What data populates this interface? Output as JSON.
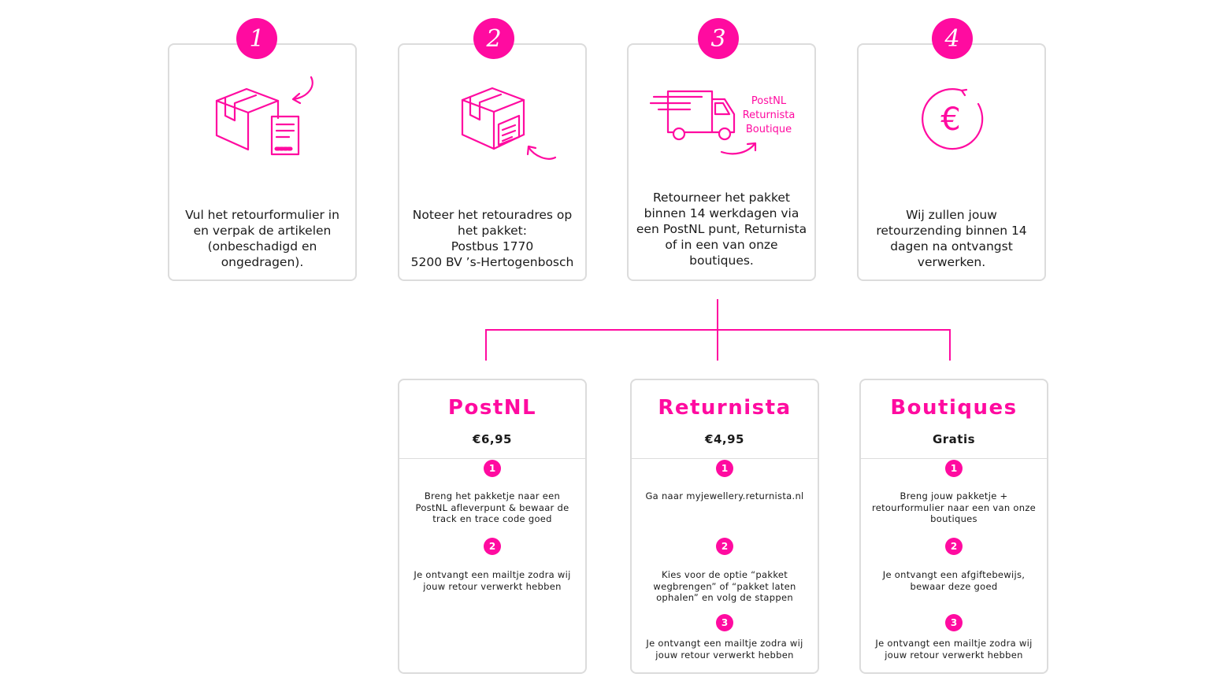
{
  "colors": {
    "accent": "#ff0ba0",
    "border": "#dcdcdc",
    "text": "#1a1a1a"
  },
  "steps": [
    {
      "number": "1",
      "icon": "box-with-form-icon",
      "text": "Vul het retourformulier in en verpak de artikelen (onbeschadigd en ongedragen)."
    },
    {
      "number": "2",
      "icon": "box-with-label-icon",
      "text": "Noteer het retouradres op het pakket:\nPostbus 1770\n5200 BV ’s-Hertogenbosch"
    },
    {
      "number": "3",
      "icon": "delivery-truck-icon",
      "icon_label": "PostNL\nReturnista\nBoutique",
      "text": "Retourneer het pakket binnen 14 werkdagen via een PostNL punt, Returnista of in een van onze boutiques."
    },
    {
      "number": "4",
      "icon": "euro-refund-icon",
      "text": "Wij zullen jouw retourzending binnen 14 dagen na ontvangst verwerken."
    }
  ],
  "options": [
    {
      "title": "PostNL",
      "price": "€6,95",
      "steps": [
        {
          "number": "1",
          "text": "Breng het pakketje naar een PostNL afleverpunt & bewaar de track en trace code goed"
        },
        {
          "number": "2",
          "text": "Je ontvangt een mailtje zodra wij jouw retour verwerkt hebben"
        }
      ]
    },
    {
      "title": "Returnista",
      "price": "€4,95",
      "steps": [
        {
          "number": "1",
          "text": "Ga naar myjewellery.returnista.nl"
        },
        {
          "number": "2",
          "text": "Kies voor de optie “pakket wegbrengen” of “pakket laten ophalen” en volg de stappen"
        },
        {
          "number": "3",
          "text": "Je ontvangt een mailtje zodra wij jouw retour verwerkt hebben"
        }
      ]
    },
    {
      "title": "Boutiques",
      "price": "Gratis",
      "steps": [
        {
          "number": "1",
          "text": "Breng jouw pakketje + retourformulier naar een van onze boutiques"
        },
        {
          "number": "2",
          "text": "Je ontvangt een afgiftebewijs, bewaar deze goed"
        },
        {
          "number": "3",
          "text": "Je ontvangt een mailtje zodra wij jouw retour verwerkt hebben"
        }
      ]
    }
  ]
}
